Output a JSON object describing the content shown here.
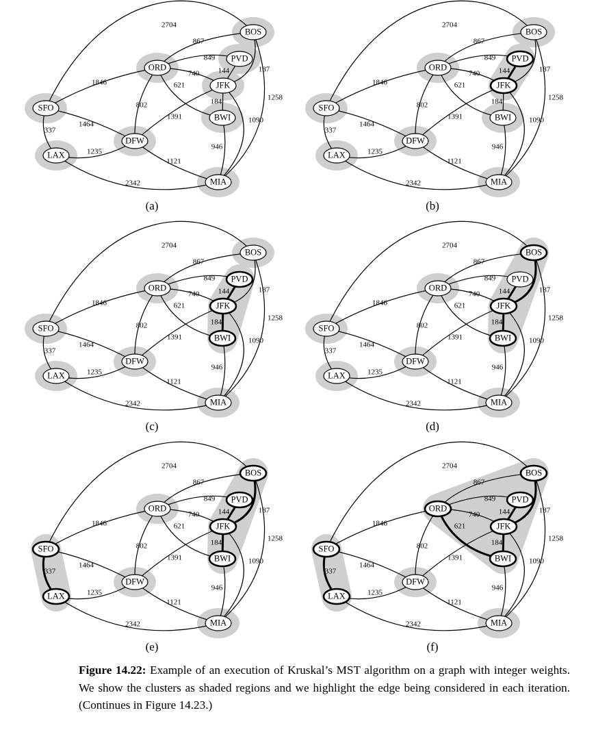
{
  "nodes": [
    {
      "id": "BOS",
      "label": "BOS"
    },
    {
      "id": "ORD",
      "label": "ORD"
    },
    {
      "id": "PVD",
      "label": "PVD"
    },
    {
      "id": "JFK",
      "label": "JFK"
    },
    {
      "id": "SFO",
      "label": "SFO"
    },
    {
      "id": "BWI",
      "label": "BWI"
    },
    {
      "id": "DFW",
      "label": "DFW"
    },
    {
      "id": "LAX",
      "label": "LAX"
    },
    {
      "id": "MIA",
      "label": "MIA"
    }
  ],
  "edges": [
    {
      "from": "SFO",
      "to": "BOS",
      "weight": "2704"
    },
    {
      "from": "ORD",
      "to": "BOS",
      "weight": "867"
    },
    {
      "from": "ORD",
      "to": "PVD",
      "weight": "849"
    },
    {
      "from": "PVD",
      "to": "JFK",
      "weight": "144"
    },
    {
      "from": "BOS",
      "to": "JFK",
      "weight": "187"
    },
    {
      "from": "SFO",
      "to": "ORD",
      "weight": "1846"
    },
    {
      "from": "ORD",
      "to": "JFK",
      "weight": "740"
    },
    {
      "from": "ORD",
      "to": "BWI",
      "weight": "621"
    },
    {
      "from": "ORD",
      "to": "DFW",
      "weight": "802"
    },
    {
      "from": "JFK",
      "to": "BWI",
      "weight": "184"
    },
    {
      "from": "BOS",
      "to": "MIA",
      "weight": "1258"
    },
    {
      "from": "JFK",
      "to": "MIA",
      "weight": "1090"
    },
    {
      "from": "SFO",
      "to": "DFW",
      "weight": "1464"
    },
    {
      "from": "DFW",
      "to": "JFK",
      "weight": "1391"
    },
    {
      "from": "SFO",
      "to": "LAX",
      "weight": "337"
    },
    {
      "from": "LAX",
      "to": "DFW",
      "weight": "1235"
    },
    {
      "from": "BWI",
      "to": "MIA",
      "weight": "946"
    },
    {
      "from": "DFW",
      "to": "MIA",
      "weight": "1121"
    },
    {
      "from": "LAX",
      "to": "MIA",
      "weight": "2342"
    }
  ],
  "panels": [
    {
      "label": "(a)",
      "thick_edges": [],
      "bold_nodes": [],
      "clusters": [
        [
          "BOS"
        ],
        [
          "ORD"
        ],
        [
          "PVD"
        ],
        [
          "JFK"
        ],
        [
          "SFO"
        ],
        [
          "BWI"
        ],
        [
          "DFW"
        ],
        [
          "LAX"
        ],
        [
          "MIA"
        ]
      ]
    },
    {
      "label": "(b)",
      "thick_edges": [
        "PVD-JFK"
      ],
      "bold_nodes": [
        "PVD",
        "JFK"
      ],
      "clusters": [
        [
          "BOS"
        ],
        [
          "ORD"
        ],
        [
          "PVD",
          "JFK"
        ],
        [
          "SFO"
        ],
        [
          "BWI"
        ],
        [
          "DFW"
        ],
        [
          "LAX"
        ],
        [
          "MIA"
        ]
      ]
    },
    {
      "label": "(c)",
      "thick_edges": [
        "PVD-JFK",
        "JFK-BWI"
      ],
      "bold_nodes": [
        "PVD",
        "JFK",
        "BWI"
      ],
      "clusters": [
        [
          "BOS"
        ],
        [
          "ORD"
        ],
        [
          "PVD",
          "JFK",
          "BWI"
        ],
        [
          "SFO"
        ],
        [
          "DFW"
        ],
        [
          "LAX"
        ],
        [
          "MIA"
        ]
      ]
    },
    {
      "label": "(d)",
      "thick_edges": [
        "PVD-JFK",
        "JFK-BWI",
        "BOS-JFK"
      ],
      "bold_nodes": [
        "BOS",
        "JFK",
        "BWI"
      ],
      "clusters": [
        [
          "BOS",
          "PVD",
          "JFK",
          "BWI"
        ],
        [
          "ORD"
        ],
        [
          "SFO"
        ],
        [
          "DFW"
        ],
        [
          "LAX"
        ],
        [
          "MIA"
        ]
      ]
    },
    {
      "label": "(e)",
      "thick_edges": [
        "PVD-JFK",
        "JFK-BWI",
        "BOS-JFK",
        "SFO-LAX"
      ],
      "bold_nodes": [
        "BOS",
        "PVD",
        "JFK",
        "BWI",
        "SFO",
        "LAX"
      ],
      "clusters": [
        [
          "BOS",
          "PVD",
          "JFK",
          "BWI"
        ],
        [
          "SFO",
          "LAX"
        ],
        [
          "ORD"
        ],
        [
          "DFW"
        ],
        [
          "MIA"
        ]
      ]
    },
    {
      "label": "(f)",
      "thick_edges": [
        "PVD-JFK",
        "JFK-BWI",
        "BOS-JFK",
        "SFO-LAX",
        "ORD-BWI"
      ],
      "bold_nodes": [
        "BOS",
        "PVD",
        "JFK",
        "BWI",
        "SFO",
        "LAX",
        "ORD"
      ],
      "clusters": [
        [
          "ORD",
          "BOS",
          "PVD",
          "JFK",
          "BWI"
        ],
        [
          "SFO",
          "LAX"
        ],
        [
          "DFW"
        ],
        [
          "MIA"
        ]
      ]
    }
  ],
  "caption": {
    "figure_label": "Figure 14.22:",
    "text": " Example of an execution of Kruskal’s MST algorithm on a graph with integer weights. We show the clusters as shaded regions and we highlight the edge being considered in each iteration. (Continues in Figure 14.23.)"
  }
}
